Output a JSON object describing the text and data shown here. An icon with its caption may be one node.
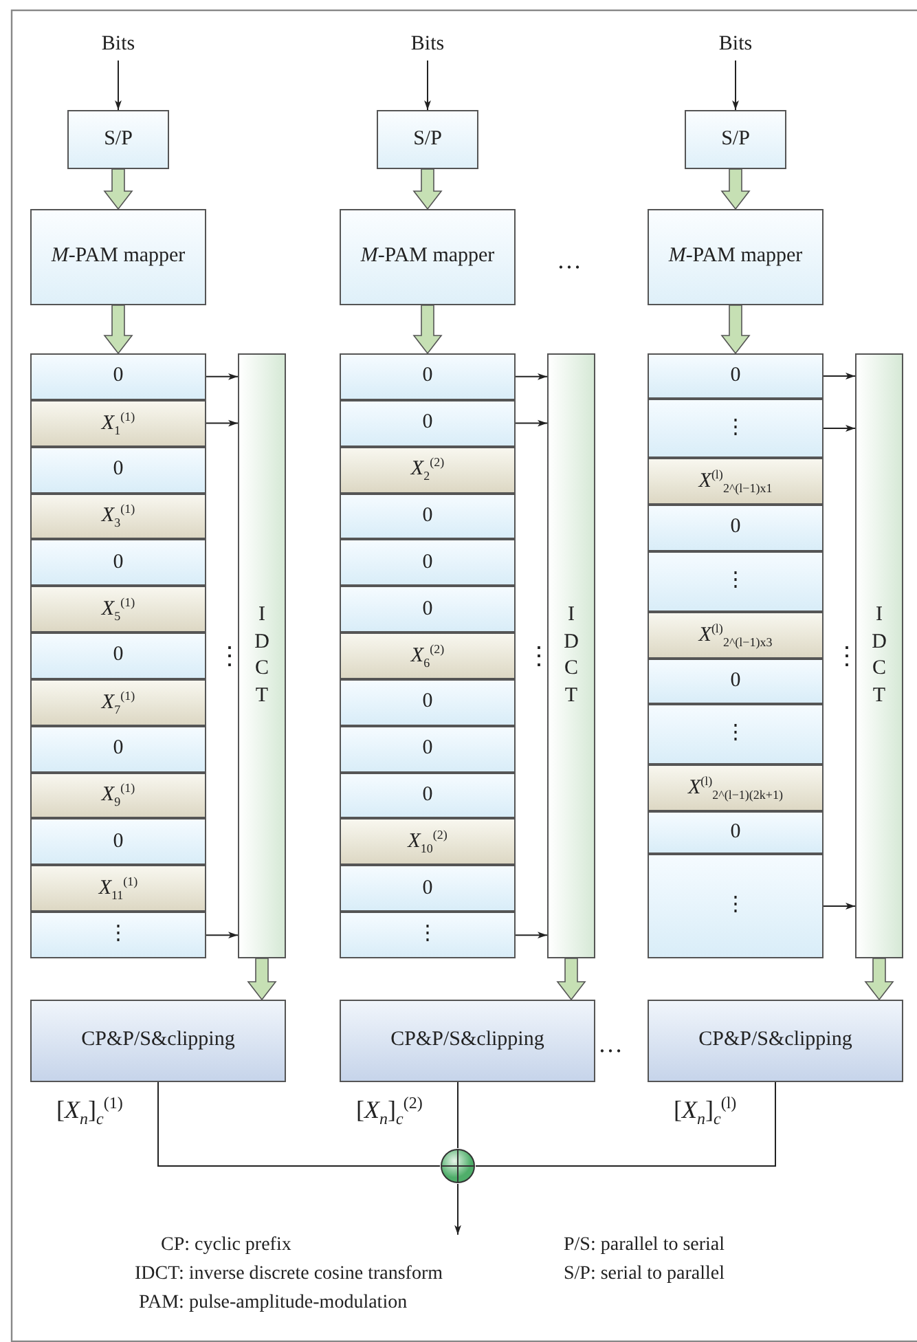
{
  "diagram": {
    "nodes": [
      {
        "text": [
          "Bits"
        ]
      },
      {
        "text": [
          "S/P"
        ]
      },
      {
        "text": [
          "*M*-PAM mapper"
        ]
      },
      {
        "text": [
          "0"
        ]
      },
      {
        "text": [
          "*X*$_{1}$$^{(1)}$"
        ]
      },
      {
        "text": [
          "0"
        ]
      },
      {
        "text": [
          "*X*$_{3}$$^{(1)}$"
        ]
      },
      {
        "text": [
          "0"
        ]
      },
      {
        "text": [
          "*X*$_{5}$$^{(1)}$"
        ]
      },
      {
        "text": [
          "0"
        ]
      },
      {
        "text": [
          "*X*$_{7}$$^{(1)}$"
        ]
      },
      {
        "text": [
          "0"
        ]
      },
      {
        "text": [
          "*X*$_{9}$$^{(1)}$"
        ]
      },
      {
        "text": [
          "0"
        ]
      },
      {
        "text": [
          "*X*$_{11}$$^{(1)}$"
        ]
      },
      {
        "text": [
          "⋮"
        ]
      },
      {
        "text": [
          "IDCT"
        ]
      },
      {
        "text": [
          "CP&P/S&clipping"
        ]
      },
      {
        "text": [
          "Bits"
        ]
      },
      {
        "text": [
          "S/P"
        ]
      },
      {
        "text": [
          "*M*-PAM mapper"
        ]
      },
      {
        "text": [
          "0"
        ]
      },
      {
        "text": [
          "0"
        ]
      },
      {
        "text": [
          "*X*$_{2}$$^{(2)}$"
        ]
      },
      {
        "text": [
          "0"
        ]
      },
      {
        "text": [
          "0"
        ]
      },
      {
        "text": [
          "0"
        ]
      },
      {
        "text": [
          "*X*$_{6}$$^{(2)}$"
        ]
      },
      {
        "text": [
          "0"
        ]
      },
      {
        "text": [
          "0"
        ]
      },
      {
        "text": [
          "0"
        ]
      },
      {
        "text": [
          "*X*$_{10}$$^{(2)}$"
        ]
      },
      {
        "text": [
          "0"
        ]
      },
      {
        "text": [
          "⋮"
        ]
      },
      {
        "text": [
          "IDCT"
        ]
      },
      {
        "text": [
          "CP&P/S&clipping"
        ]
      },
      {
        "text": [
          "Bits"
        ]
      },
      {
        "text": [
          "S/P"
        ]
      },
      {
        "text": [
          "*M*-PAM mapper"
        ]
      },
      {
        "text": [
          "0"
        ]
      },
      {
        "text": [
          "⋮"
        ]
      },
      {
        "text": [
          "*X*$^{(l)}$$_{2^(l−1)x1}$"
        ]
      },
      {
        "text": [
          "0"
        ]
      },
      {
        "text": [
          "⋮"
        ]
      },
      {
        "text": [
          "*X*$^{(l)}$$_{2^(l−1)x3}$"
        ]
      },
      {
        "text": [
          "0"
        ]
      },
      {
        "text": [
          "⋮"
        ]
      },
      {
        "text": [
          "*X*$^{(l)}$$_{2^(l−1)(2k+1)}$"
        ]
      },
      {
        "text": [
          "0"
        ]
      },
      {
        "text": [
          "⋮"
        ]
      },
      {
        "text": [
          "IDCT"
        ]
      },
      {
        "text": [
          "CP&P/S&clipping"
        ]
      },
      {
        "text": [],
        "shape": "circle"
      }
    ],
    "edges": [
      {
        "from": 0,
        "to": 1,
        "arrow": "to"
      },
      {
        "from": 1,
        "to": 2,
        "arrow": "to",
        "style": "thick",
        "color": "#c6e0b4"
      },
      {
        "from": 2,
        "to": 3,
        "arrow": "to",
        "style": "thick",
        "color": "#c6e0b4"
      },
      {
        "from": 3,
        "to": 16,
        "arrow": "to"
      },
      {
        "from": 4,
        "to": 16,
        "arrow": "to"
      },
      {
        "from": 15,
        "to": 16,
        "arrow": "to"
      },
      {
        "from": 16,
        "to": 17,
        "arrow": "to",
        "style": "thick",
        "color": "#c6e0b4"
      },
      {
        "from": 17,
        "to": 52,
        "arrow": "none",
        "label": "[*X*$_{n}$]$_{c}$$^{(1)}$"
      },
      {
        "from": 18,
        "to": 19,
        "arrow": "to"
      },
      {
        "from": 19,
        "to": 20,
        "arrow": "to",
        "style": "thick",
        "color": "#c6e0b4"
      },
      {
        "from": 20,
        "to": 21,
        "arrow": "to",
        "style": "thick",
        "color": "#c6e0b4"
      },
      {
        "from": 21,
        "to": 34,
        "arrow": "to"
      },
      {
        "from": 22,
        "to": 34,
        "arrow": "to"
      },
      {
        "from": 33,
        "to": 34,
        "arrow": "to"
      },
      {
        "from": 34,
        "to": 35,
        "arrow": "to",
        "style": "thick",
        "color": "#c6e0b4"
      },
      {
        "from": 35,
        "to": 52,
        "arrow": "none",
        "label": "[*X*$_{n}$]$_{c}$$^{(2)}$"
      },
      {
        "from": 36,
        "to": 37,
        "arrow": "to"
      },
      {
        "from": 37,
        "to": 38,
        "arrow": "to",
        "style": "thick",
        "color": "#c6e0b4"
      },
      {
        "from": 38,
        "to": 39,
        "arrow": "to",
        "style": "thick",
        "color": "#c6e0b4"
      },
      {
        "from": 39,
        "to": 50,
        "arrow": "to"
      },
      {
        "from": 40,
        "to": 50,
        "arrow": "to"
      },
      {
        "from": 49,
        "to": 50,
        "arrow": "to"
      },
      {
        "from": 50,
        "to": 51,
        "arrow": "to",
        "style": "thick",
        "color": "#c6e0b4"
      },
      {
        "from": 51,
        "to": 52,
        "arrow": "none",
        "label": "[*X*$_{n}$]$_{c}$$^{(l)}$"
      },
      {
        "from": 52,
        "to": null,
        "arrow": "to"
      }
    ],
    "labels": [
      "…",
      "⋮",
      "⋮",
      "⋮",
      "…",
      "CP: cyclic prefix",
      "P/S: parallel to serial",
      "IDCT: inverse discrete cosine transform",
      "S/P: serial to parallel",
      "PAM: pulse-amplitude-modulation"
    ]
  }
}
